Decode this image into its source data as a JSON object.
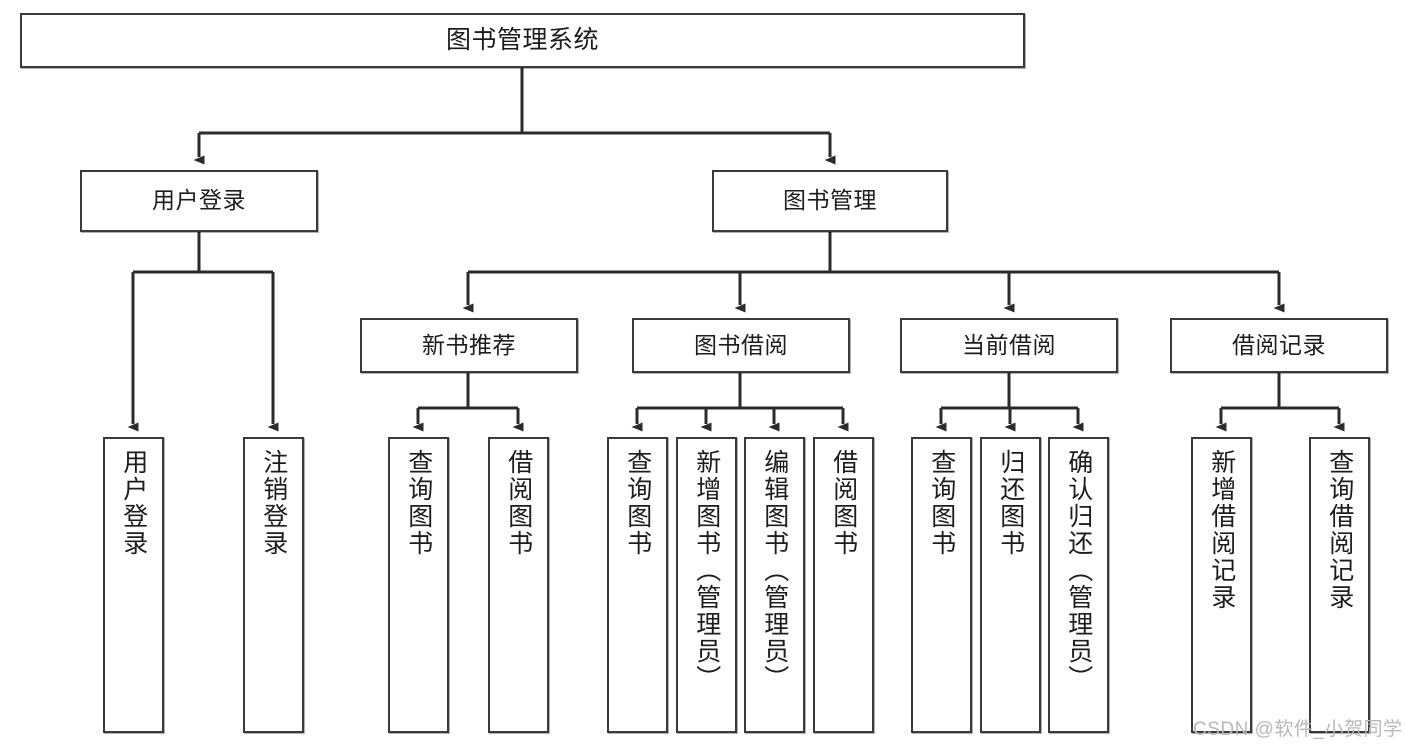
{
  "diagram": {
    "type": "tree-hierarchy",
    "title": "图书管理系统",
    "orientation": "top-down",
    "colors": {
      "box_border": "#3a3a3a",
      "box_fill": "#ffffff",
      "connector": "#2b2b2b",
      "text": "#1d1d1d",
      "watermark": "#b9b9b9"
    }
  },
  "root": {
    "label": "图书管理系统"
  },
  "level2": [
    {
      "label": "用户登录"
    },
    {
      "label": "图书管理"
    }
  ],
  "level3": [
    {
      "label": "新书推荐"
    },
    {
      "label": "图书借阅"
    },
    {
      "label": "当前借阅"
    },
    {
      "label": "借阅记录"
    }
  ],
  "leaves": [
    {
      "label": "用户登录",
      "parent": "用户登录"
    },
    {
      "label": "注销登录",
      "parent": "用户登录"
    },
    {
      "label": "查询图书",
      "parent": "新书推荐"
    },
    {
      "label": "借阅图书",
      "parent": "新书推荐"
    },
    {
      "label": "查询图书",
      "parent": "图书借阅"
    },
    {
      "label": "新增图书（管理员）",
      "parent": "图书借阅"
    },
    {
      "label": "编辑图书（管理员）",
      "parent": "图书借阅"
    },
    {
      "label": "借阅图书",
      "parent": "图书借阅"
    },
    {
      "label": "查询图书",
      "parent": "当前借阅"
    },
    {
      "label": "归还图书",
      "parent": "当前借阅"
    },
    {
      "label": "确认归还（管理员）",
      "parent": "当前借阅"
    },
    {
      "label": "新增借阅记录",
      "parent": "借阅记录"
    },
    {
      "label": "查询借阅记录",
      "parent": "借阅记录"
    }
  ],
  "watermark": {
    "text": "CSDN @软件_小贺同学"
  }
}
